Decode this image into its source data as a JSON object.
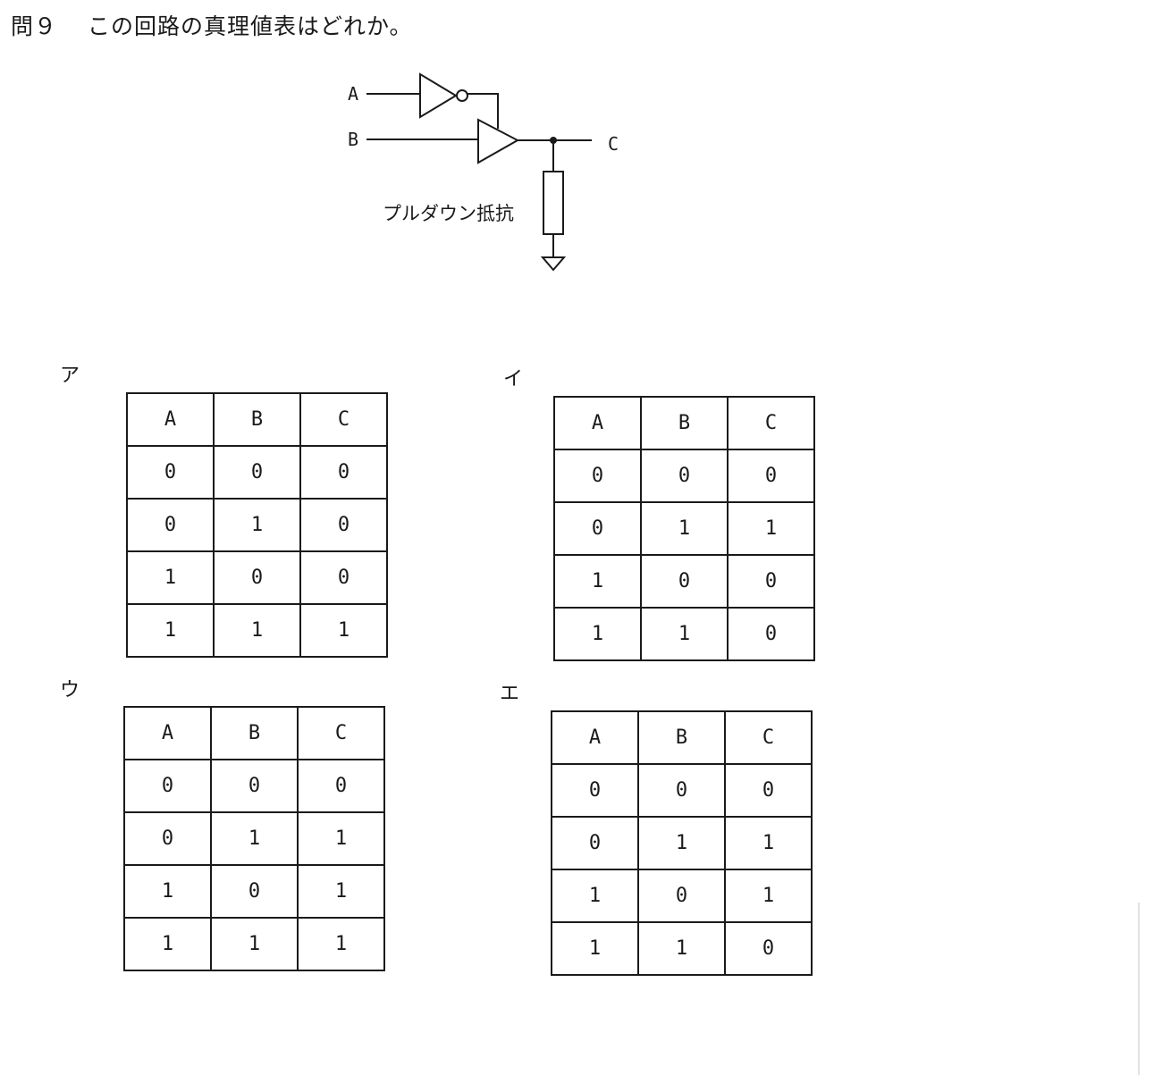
{
  "question": {
    "number": "問９",
    "text": "この回路の真理値表はどれか。"
  },
  "circuit": {
    "input_a": "A",
    "input_b": "B",
    "output_c": "C",
    "resistor_label": "プルダウン抵抗"
  },
  "options": [
    {
      "label": "ア",
      "headers": [
        "A",
        "B",
        "C"
      ],
      "rows": [
        [
          "0",
          "0",
          "0"
        ],
        [
          "0",
          "1",
          "0"
        ],
        [
          "1",
          "0",
          "0"
        ],
        [
          "1",
          "1",
          "1"
        ]
      ]
    },
    {
      "label": "イ",
      "headers": [
        "A",
        "B",
        "C"
      ],
      "rows": [
        [
          "0",
          "0",
          "0"
        ],
        [
          "0",
          "1",
          "1"
        ],
        [
          "1",
          "0",
          "0"
        ],
        [
          "1",
          "1",
          "0"
        ]
      ]
    },
    {
      "label": "ウ",
      "headers": [
        "A",
        "B",
        "C"
      ],
      "rows": [
        [
          "0",
          "0",
          "0"
        ],
        [
          "0",
          "1",
          "1"
        ],
        [
          "1",
          "0",
          "1"
        ],
        [
          "1",
          "1",
          "1"
        ]
      ]
    },
    {
      "label": "エ",
      "headers": [
        "A",
        "B",
        "C"
      ],
      "rows": [
        [
          "0",
          "0",
          "0"
        ],
        [
          "0",
          "1",
          "1"
        ],
        [
          "1",
          "0",
          "1"
        ],
        [
          "1",
          "1",
          "0"
        ]
      ]
    }
  ]
}
